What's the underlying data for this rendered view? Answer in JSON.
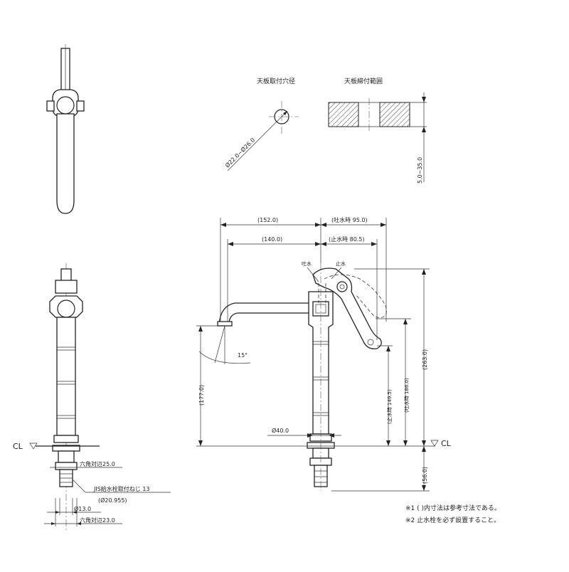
{
  "labels": {
    "hole_title": "天板取付穴径",
    "clamp_title": "天板締付範囲",
    "hole_dim": "Ø22.0~Ø26.0",
    "clamp_dim": "5.0~35.0",
    "dim_152": "(152.0)",
    "dim_140": "(140.0)",
    "dim_95": "(吐水時 95.0)",
    "dim_80": "(止水時 80.5)",
    "spout_label": "吐水",
    "stop_label": "止水",
    "angle": "15°",
    "dim_177": "(177.0)",
    "dim_263": "(263.0)",
    "dim_186": "(吐水時 186.0)",
    "dim_149": "(止水時 149.5)",
    "dim_40": "Ø40.0",
    "dim_56": "(56.0)",
    "cl_left": "CL",
    "cl_right": "CL",
    "hex25": "六角対辺25.0",
    "jis": "JIS給水栓取付ねじ 13",
    "jis_sub": "(Ø20.955)",
    "d13": "Ø13.0",
    "hex23": "六角対辺23.0"
  },
  "notes": [
    "※1 ( )内寸法は参考寸法である。",
    "※2 止水栓を必ず設置すること。"
  ]
}
